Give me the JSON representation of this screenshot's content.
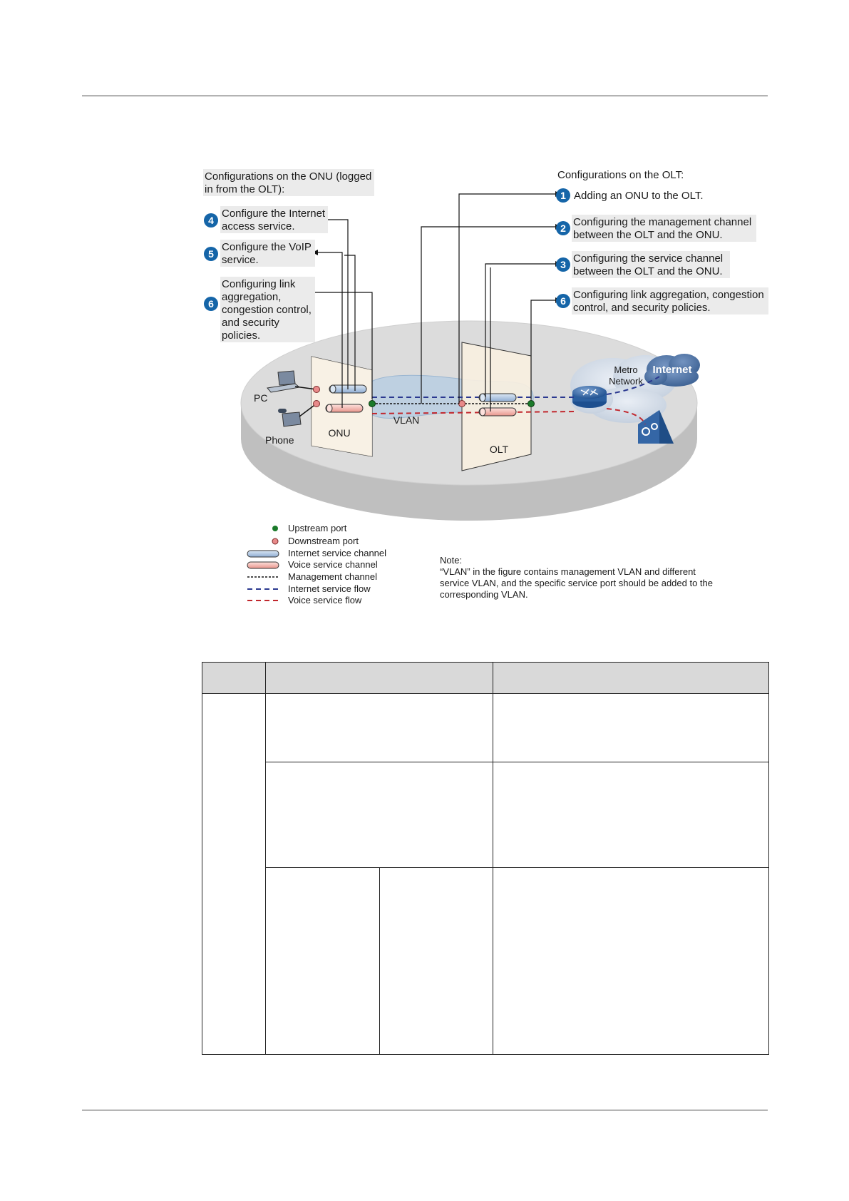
{
  "diagram": {
    "onu_header": [
      "Configurations on the ONU (logged",
      "in from the OLT):"
    ],
    "olt_header": "Configurations on the OLT:",
    "onu_steps": [
      {
        "num": "4",
        "lines": [
          "Configure the Internet",
          "access service."
        ]
      },
      {
        "num": "5",
        "lines": [
          "Configure the VoIP",
          "service."
        ]
      },
      {
        "num": "6",
        "lines": [
          "Configuring link",
          "aggregation,",
          "congestion control,",
          "and security",
          "policies."
        ]
      }
    ],
    "olt_steps": [
      {
        "num": "1",
        "lines": [
          "Adding an ONU to the OLT."
        ]
      },
      {
        "num": "2",
        "lines": [
          "Configuring the management channel",
          "between the OLT and the ONU."
        ]
      },
      {
        "num": "3",
        "lines": [
          "Configuring the service channel",
          "between the OLT and the ONU."
        ]
      },
      {
        "num": "6",
        "lines": [
          "Configuring link aggregation, congestion",
          "control, and security policies."
        ]
      }
    ],
    "labels": {
      "pc": "PC",
      "phone": "Phone",
      "onu": "ONU",
      "olt": "OLT",
      "vlan": "VLAN",
      "metro": [
        "Metro",
        "Network"
      ],
      "internet": "Internet"
    },
    "legend": [
      {
        "kind": "dot-green",
        "label": "Upstream port"
      },
      {
        "kind": "dot-red",
        "label": "Downstream port"
      },
      {
        "kind": "pipe-blue",
        "label": "Internet service channel"
      },
      {
        "kind": "pipe-red",
        "label": "Voice service channel"
      },
      {
        "kind": "line-mgmt",
        "label": "Management channel"
      },
      {
        "kind": "line-internet",
        "label": "Internet service flow"
      },
      {
        "kind": "line-voice",
        "label": "Voice service flow"
      }
    ],
    "note": [
      "Note:",
      "“VLAN” in the figure contains management VLAN and different",
      "service VLAN, and the specific service port should be added to the",
      "corresponding VLAN."
    ],
    "colors": {
      "step_badge": "#1565a8",
      "internet_flow": "#2b3990",
      "voice_flow": "#c1272d",
      "upstream_port": "#1a7a2a",
      "downstream_port": "#e88a8a",
      "internet_pipe": "#a9c3e0",
      "voice_pipe": "#f2b0aa",
      "cloud": "#5a7fae"
    }
  }
}
